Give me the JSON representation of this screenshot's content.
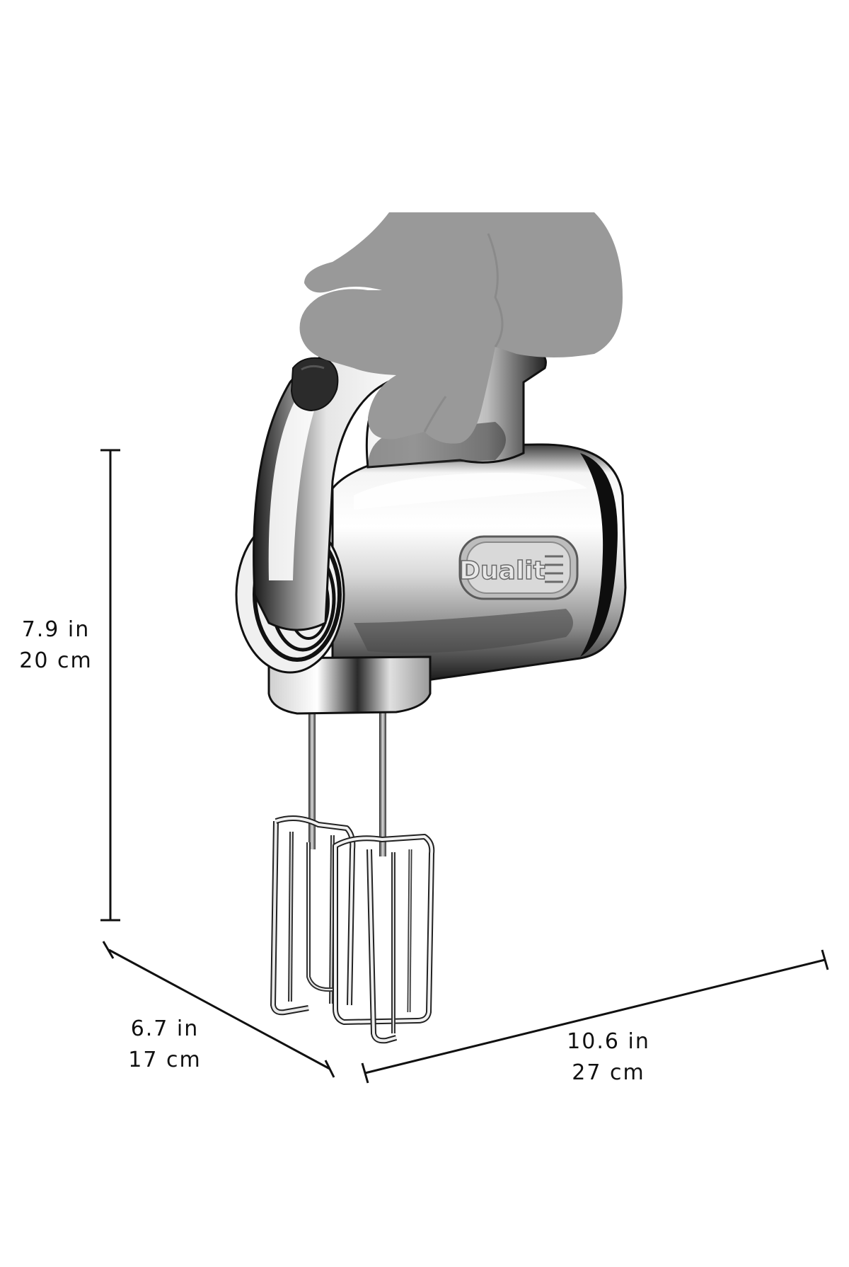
{
  "product": {
    "brand_mark": "Dualit"
  },
  "dimensions": {
    "height": {
      "imperial": "7.9 in",
      "metric": "20 cm"
    },
    "depth": {
      "imperial": "6.7 in",
      "metric": "17 cm"
    },
    "width": {
      "imperial": "10.6 in",
      "metric": "27 cm"
    }
  },
  "colors": {
    "background": "#ffffff",
    "line": "#111111",
    "hand": "#999999",
    "chrome_light": "#f2f2f2",
    "chrome_dark": "#1a1a1a",
    "button": "#2b2b2b"
  },
  "icons": {
    "speed_button": "rocker-button-icon",
    "eject_button": "slider-button-icon"
  }
}
